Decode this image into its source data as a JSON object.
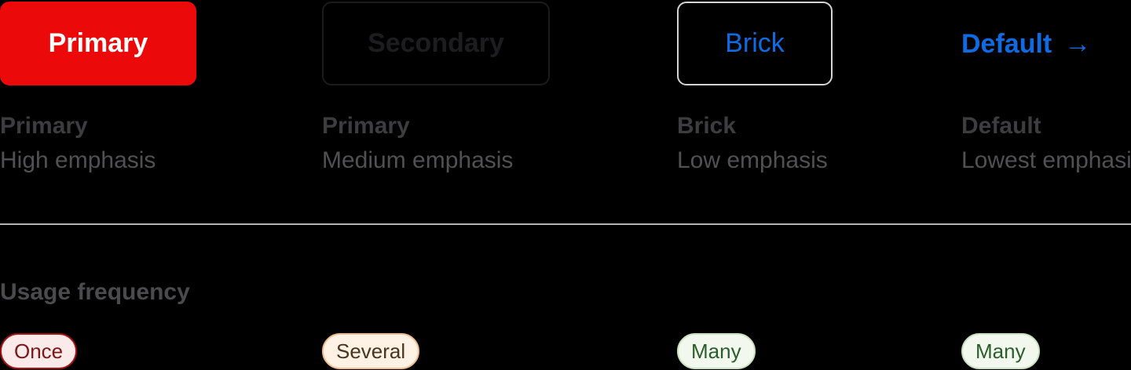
{
  "columns": [
    {
      "id": "primary",
      "button_label": "Primary",
      "label": "Primary",
      "description": "High emphasis",
      "frequency": "Once"
    },
    {
      "id": "secondary",
      "button_label": "Secondary",
      "label": "Primary",
      "description": "Medium emphasis",
      "frequency": "Several"
    },
    {
      "id": "brick",
      "button_label": "Brick",
      "label": "Brick",
      "description": "Low emphasis",
      "frequency": "Many"
    },
    {
      "id": "default",
      "button_label": "Default",
      "label": "Default",
      "description": "Lowest emphasis",
      "frequency": "Many"
    }
  ],
  "usage": {
    "heading": "Usage frequency"
  },
  "icons": {
    "arrow_right": "→"
  },
  "colors": {
    "primary_red": "#ec0909",
    "accent_blue": "#0f6be4",
    "secondary_outline": "#1b1b1d",
    "brick_outline": "#d4d4d4",
    "divider_gray": "#b5b5b8",
    "label_gray": "#3d3d3f",
    "description_gray": "#515153",
    "pill_once_bg": "#fbeaea",
    "pill_once_border": "#a61111",
    "pill_once_text": "#7d1517",
    "pill_several_bg": "#fdf2e4",
    "pill_several_border": "#f2bd8c",
    "pill_several_text": "#473522",
    "pill_many_bg": "#f2f8ee",
    "pill_many_border": "#cbe2c0",
    "pill_many_text": "#2b5d2d"
  }
}
